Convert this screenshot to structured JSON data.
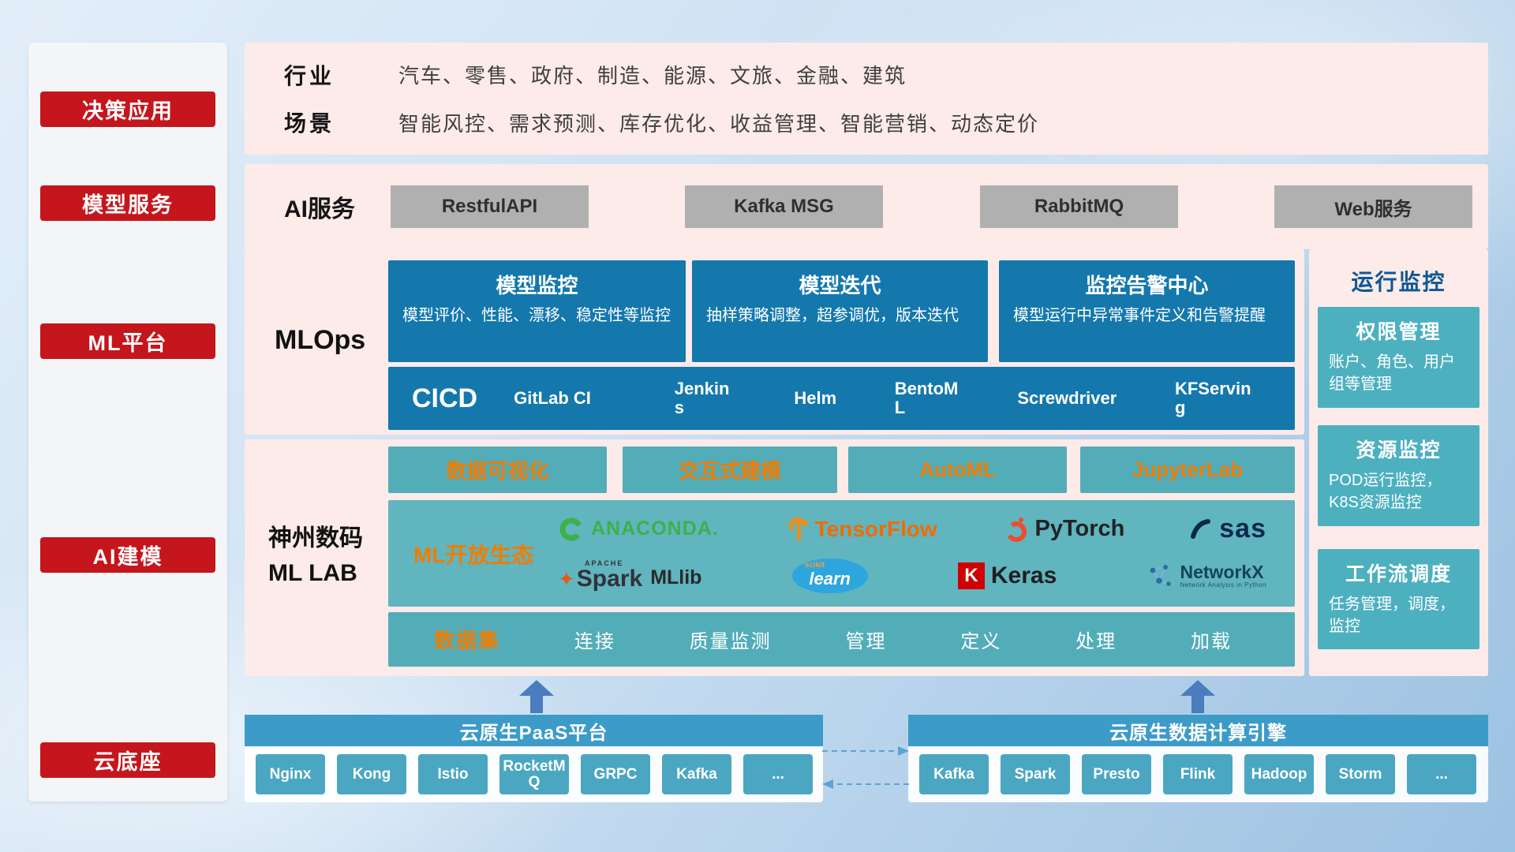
{
  "sidebar": {
    "items": [
      {
        "label": "决策应用"
      },
      {
        "label": "模型服务"
      },
      {
        "label": "ML平台"
      },
      {
        "label": "AI建模"
      },
      {
        "label": "云底座"
      }
    ]
  },
  "industry": {
    "rows": [
      {
        "label": "行业",
        "text": "汽车、零售、政府、制造、能源、文旅、金融、建筑"
      },
      {
        "label": "场景",
        "text": "智能风控、需求预测、库存优化、收益管理、智能营销、动态定价"
      }
    ]
  },
  "ai_service": {
    "label": "AI服务",
    "buttons": [
      {
        "label": "RestfulAPI"
      },
      {
        "label": "Kafka MSG"
      },
      {
        "label": "RabbitMQ"
      },
      {
        "label": "Web服务"
      }
    ]
  },
  "mlops": {
    "label": "MLOps",
    "cards": [
      {
        "title": "模型监控",
        "desc": "模型评价、性能、漂移、稳定性等监控"
      },
      {
        "title": "模型迭代",
        "desc": "抽样策略调整，超参调优，版本迭代"
      },
      {
        "title": "监控告警中心",
        "desc": "模型运行中异常事件定义和告警提醒"
      }
    ],
    "cicd_label": "CICD",
    "cicd_tools": [
      {
        "label": "GitLab CI"
      },
      {
        "label": "Jenkins"
      },
      {
        "label": "Helm"
      },
      {
        "label": "BentoML"
      },
      {
        "label": "Screwdriver"
      },
      {
        "label": "KFServing"
      }
    ]
  },
  "mllab": {
    "label_line1": "神州数码",
    "label_line2": "ML LAB",
    "top_buttons": [
      {
        "label": "数据可视化"
      },
      {
        "label": "交互式建模"
      },
      {
        "label": "AutoML"
      },
      {
        "label": "JupyterLab"
      }
    ],
    "eco_label": "ML开放生态",
    "logos": {
      "anaconda": "ANACONDA.",
      "tensorflow": "TensorFlow",
      "pytorch": "PyTorch",
      "sas": "sas",
      "apache_small": "APACHE",
      "spark": "Spark",
      "mllib": "MLlib",
      "scikit_top": "scikit",
      "scikit_learn": "learn",
      "keras_letter": "K",
      "keras": "Keras",
      "networkx": "NetworkX",
      "networkx_sub": "Network Analysis in Python"
    },
    "dataset": {
      "label": "数据集",
      "items": [
        {
          "label": "连接"
        },
        {
          "label": "质量监测"
        },
        {
          "label": "管理"
        },
        {
          "label": "定义"
        },
        {
          "label": "处理"
        },
        {
          "label": "加载"
        }
      ]
    }
  },
  "monitor": {
    "title": "运行监控",
    "cards": [
      {
        "title": "权限管理",
        "desc": "账户、角色、用户组等管理"
      },
      {
        "title": "资源监控",
        "desc": "POD运行监控，K8S资源监控"
      },
      {
        "title": "工作流调度",
        "desc": "任务管理，调度，监控"
      }
    ]
  },
  "bottom": {
    "paas": {
      "title": "云原生PaaS平台",
      "items": [
        {
          "label": "Nginx"
        },
        {
          "label": "Kong"
        },
        {
          "label": "Istio"
        },
        {
          "label": "RocketMQ"
        },
        {
          "label": "GRPC"
        },
        {
          "label": "Kafka"
        },
        {
          "label": "..."
        }
      ]
    },
    "engine": {
      "title": "云原生数据计算引擎",
      "items": [
        {
          "label": "Kafka"
        },
        {
          "label": "Spark"
        },
        {
          "label": "Presto"
        },
        {
          "label": "Flink"
        },
        {
          "label": "Hadoop"
        },
        {
          "label": "Storm"
        },
        {
          "label": "..."
        }
      ]
    }
  },
  "colors": {
    "red": "#c4161c",
    "pink_panel": "#fcebe8",
    "blue_card": "#1478ad",
    "teal": "#52adb9",
    "teal_light": "#60b5bf",
    "orange_accent": "#ef7d00",
    "gray_button": "#b1b0b0",
    "bottom_header_blue": "#3d9bc8",
    "arrow_blue": "#4a7cbe"
  }
}
